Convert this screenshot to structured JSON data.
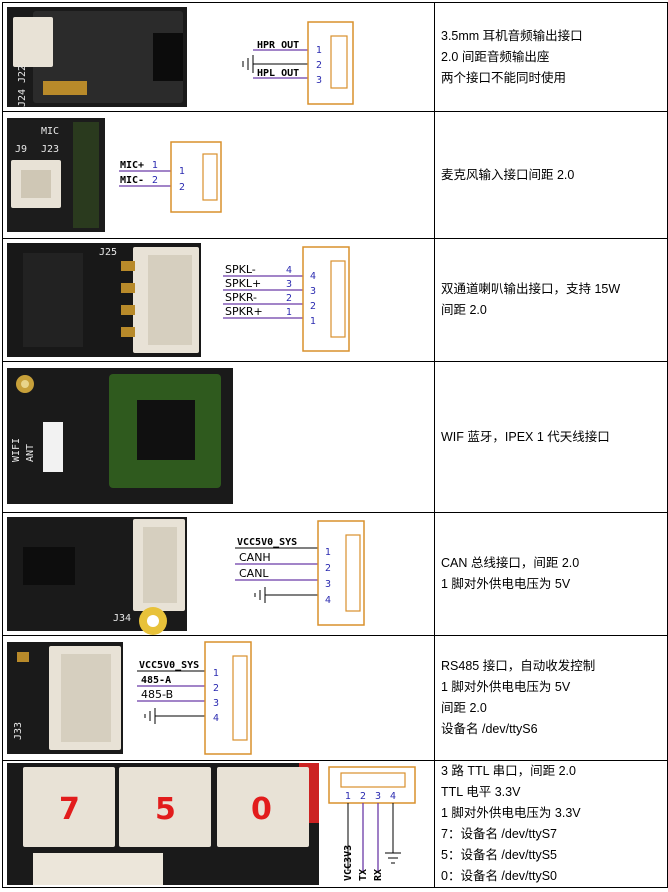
{
  "rows": [
    {
      "id": "headphone",
      "signals": [
        "HPR_OUT",
        "HPL_OUT"
      ],
      "pins": [
        "1",
        "2",
        "3"
      ],
      "silk": [
        "J22",
        "J24"
      ],
      "desc": [
        "3.5mm 耳机音频输出接口",
        "2.0 间距音频输出座",
        "两个接口不能同时使用"
      ]
    },
    {
      "id": "mic",
      "signals": [
        "MIC+",
        "MIC-"
      ],
      "inline_pins": [
        "1",
        "2"
      ],
      "pins": [
        "1",
        "2"
      ],
      "silk": [
        "MIC",
        "J9",
        "J23"
      ],
      "desc": [
        "麦克风输入接口间距 2.0"
      ]
    },
    {
      "id": "speaker",
      "signals": [
        "SPKL-",
        "SPKL+",
        "SPKR-",
        "SPKR+"
      ],
      "inline_pins": [
        "4",
        "3",
        "2",
        "1"
      ],
      "pins": [
        "4",
        "3",
        "2",
        "1"
      ],
      "silk": [
        "J25"
      ],
      "desc": [
        "双通道喇叭输出接口，支持 15W",
        "间距 2.0"
      ]
    },
    {
      "id": "wifi",
      "silk": [
        "WIFI",
        "ANT"
      ],
      "desc": [
        "WIF 蓝牙，IPEX 1 代天线接口"
      ]
    },
    {
      "id": "can",
      "signals": [
        "VCC5V0_SYS",
        "CANH",
        "CANL"
      ],
      "pins": [
        "1",
        "2",
        "3",
        "4"
      ],
      "silk": [
        "J34"
      ],
      "desc": [
        "CAN 总线接口，间距 2.0",
        "1 脚对外供电电压为 5V"
      ]
    },
    {
      "id": "rs485",
      "signals": [
        "VCC5V0_SYS",
        "485-A",
        "485-B"
      ],
      "pins": [
        "1",
        "2",
        "3",
        "4"
      ],
      "silk": [
        "J33"
      ],
      "desc": [
        "RS485 接口，自动收发控制",
        "1 脚对外供电电压为 5V",
        "间距 2.0",
        "设备名 /dev/ttyS6"
      ]
    },
    {
      "id": "ttl",
      "ports": [
        "7",
        "5",
        "0"
      ],
      "signals": [
        "VCC3V3",
        "TX",
        "RX"
      ],
      "pins": [
        "1",
        "2",
        "3",
        "4"
      ],
      "desc": [
        "3 路 TTL 串口，间距 2.0",
        "TTL 电平 3.3V",
        "1 脚对外供电电压为 3.3V",
        "7：设备名 /dev/ttyS7",
        "5：设备名 /dev/ttyS5",
        "0：设备名 /dev/ttyS0"
      ]
    }
  ],
  "colors": {
    "connector": "#d9902c",
    "pin_number": "#2a2ab0",
    "net_line": "#6b3aa8",
    "port_label": "#e21c1c",
    "pcb": "#151515"
  }
}
